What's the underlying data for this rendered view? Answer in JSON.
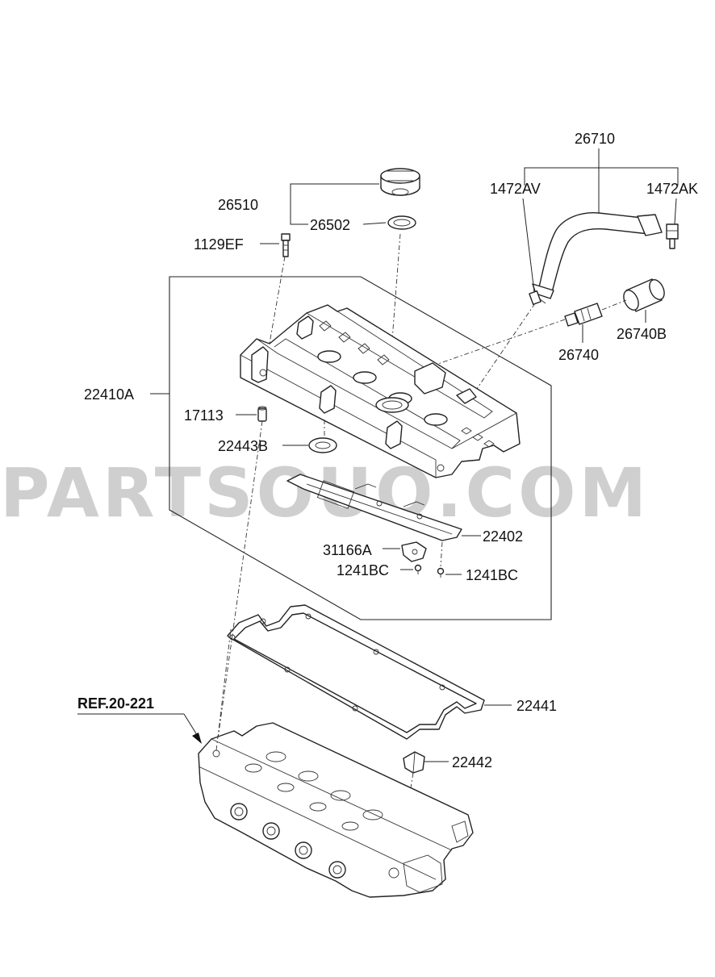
{
  "watermark": "PARTSOUQ.COM",
  "reference": "REF.20-221",
  "labels": {
    "p26710": "26710",
    "p1472AV": "1472AV",
    "p1472AK": "1472AK",
    "p26510": "26510",
    "p26502": "26502",
    "p1129EF": "1129EF",
    "p26740": "26740",
    "p26740B": "26740B",
    "p22410A": "22410A",
    "p17113": "17113",
    "p22443B": "22443B",
    "p22402": "22402",
    "p31166A": "31166A",
    "p1241BC_a": "1241BC",
    "p1241BC_b": "1241BC",
    "p22441": "22441",
    "p22442": "22442"
  }
}
